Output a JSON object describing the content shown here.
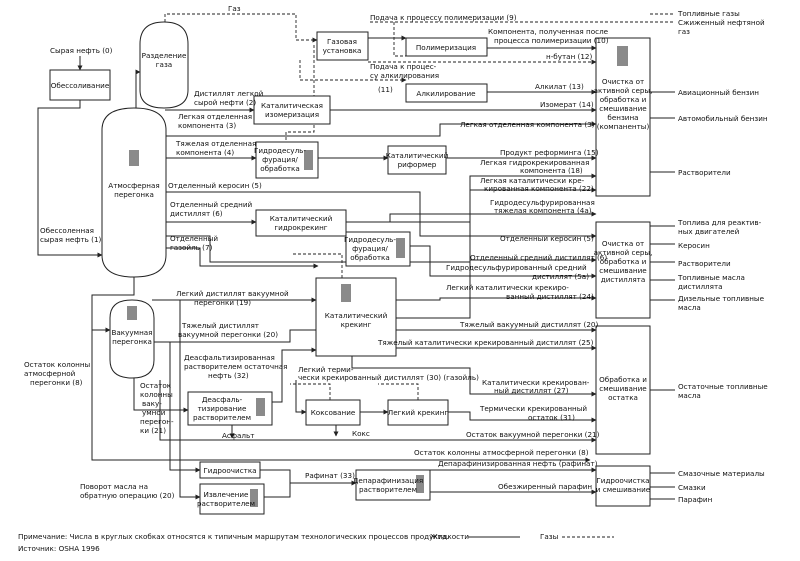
{
  "units": {
    "separation": [
      "Разделение",
      "газа"
    ],
    "gas_plant": [
      "Газовая",
      "установка"
    ],
    "polymerization": [
      "Полимеризация"
    ],
    "alkylation": [
      "Алкилирование"
    ],
    "isomerization": [
      "Каталитическая",
      "изомеризация"
    ],
    "desalting": [
      "Обессоливание"
    ],
    "atmospheric": [
      "Атмосферная",
      "перегонка"
    ],
    "hydrodesulf_1": [
      "Гидродесуль-",
      "фурация/",
      "обработка"
    ],
    "cat_reformer": [
      "Каталитический",
      "риформер"
    ],
    "hydrocracking": [
      "Каталитический",
      "гидрокрекинг"
    ],
    "hydrodesulf_2": [
      "Гидродесуль-",
      "фурация/",
      "обработка"
    ],
    "cat_cracking": [
      "Каталитический",
      "крекинг"
    ],
    "vacuum": [
      "Вакуумная",
      "перегонка"
    ],
    "deasphalting": [
      "Деасфаль-",
      "тизирование",
      "растворителем"
    ],
    "coking": [
      "Коксование"
    ],
    "visbreaking": [
      "Легкий крекинг"
    ],
    "hydrotreating": [
      "Гидроочистка"
    ],
    "extraction": [
      "Извлечение",
      "растворителем"
    ],
    "dewaxing": [
      "Депарафинизация",
      "растворителем"
    ],
    "treat_gasoline": [
      "Очистка от",
      "активной серы,",
      "обработка и",
      "смешивание",
      "бензина",
      "(компаненты)"
    ],
    "treat_distillate": [
      "Очистка от",
      "активной серы,",
      "обработка и",
      "смешивание",
      "дистиллята"
    ],
    "treat_residual": [
      "Обработка и",
      "смешивание",
      "остатка"
    ],
    "treat_lube": [
      "Гидроочистка",
      "и смешивание"
    ]
  },
  "streams": {
    "gas": "Газ",
    "crude": "Сырая нефть (0)",
    "desalted": [
      "Обессоленная",
      "сырая нефть (1)"
    ],
    "light_straight": [
      "Дистиллят легкой",
      "сырой нефти (2)"
    ],
    "light_sep_3": [
      "Легкая отделенная",
      "компонента (3)"
    ],
    "heavy_sep_4": [
      "Тяжелая отделенная",
      "компонента (4)"
    ],
    "kerosene_5": "Отделенный керосин (5)",
    "middle_6": [
      "Отделенный средний",
      "дистиллят (6)"
    ],
    "gasoil_7": [
      "Отделенный",
      "газойль (7)"
    ],
    "feed_polymer": "Подача к процессу полимеризации (9)",
    "polymer_product": [
      "Компонента, полученная после",
      "процесса полимеризации (10)"
    ],
    "n_butane": "н-бутан (12)",
    "feed_alkyl": [
      "Подача к процес-",
      "су алкилирования"
    ],
    "num_11": "(11)",
    "alkylate": "Алкилат (13)",
    "isomerate": "Изомерат (14)",
    "light_sep_3b": "Легкая отделенная компонента (3)",
    "reformate": "Продукт реформинга (15)",
    "light_hc": [
      "Легкая гидрокрекированная",
      "компонента (18)"
    ],
    "light_cc": [
      "Легкая каталитически кре-",
      "кированная компонента (22)"
    ],
    "hds_heavy": [
      "Гидродесульфурированная",
      "тяжелая компонента (4а)"
    ],
    "kerosene_5b": "Отделенный керосин (5)",
    "middle_6b": "Отделенный средний дистиллят (6)",
    "hds_middle": [
      "Гидродесульфурированный средний",
      "дистиллят (5а)"
    ],
    "light_cc_dist": [
      "Легкий каталитически крекиро-",
      "ванный дистиллят (24)"
    ],
    "light_vac": [
      "Легкий дистиллят вакуумной",
      "перегонки (19)"
    ],
    "heavy_vac": [
      "Тяжелый дистиллят",
      "вакуумной перегонки (20)"
    ],
    "heavy_vac_b": "Тяжелый вакуумный дистиллят (20)",
    "heavy_cc_dist": "Тяжелый каталитически крекированный дистиллят (25)",
    "deasph_oil": [
      "Деасфальтизированная",
      "растворителем остаточная",
      "нефть (32)"
    ],
    "light_thermal": [
      "Легкий терми-",
      "чески крекированный дистиллят (30) (газойль)"
    ],
    "cc_residue": [
      "Каталитически крекирован-",
      "ный дистиллят (27)"
    ],
    "thermal_residue": [
      "Термически крекированный",
      "остаток (31)"
    ],
    "vac_residue": "Остаток вакуумной перегонки (21)",
    "atm_residue_b": "Остаток колонны атмосферной перегонки (8)",
    "atm_residue": [
      "Остаток колонны",
      "атмосферной",
      "перегонки (8)"
    ],
    "vac_bottom": [
      "Остаток",
      "колонны",
      "ваку-",
      "умной",
      "перегон-",
      "ки (21)"
    ],
    "asphalt": "Асфальт",
    "coke": "Кокс",
    "raffinate": "Рафинат (33)",
    "oil_return": [
      "Поворот масла на",
      "обратную операцию (20)"
    ],
    "dewaxed": "Депарафинизированная нефть (рафинат)",
    "wax": "Обезжиренный парафин"
  },
  "products": {
    "fuel_gases": "Топливные газы",
    "lpg": [
      "Сжиженный нефтяной",
      "газ"
    ],
    "aviation": "Авиационный бензин",
    "motor": "Автомобильный бензин",
    "solvents_1": "Растворители",
    "jet_fuel": [
      "Топлива для реактив-",
      "ных двигателей"
    ],
    "kerosene": "Керосин",
    "solvents_2": "Растворители",
    "distillate_fuel": [
      "Топливные масла",
      "дистиллята"
    ],
    "diesel": [
      "Дизельные топливные",
      "масла"
    ],
    "residual_fuel": [
      "Остаточные топливные",
      "масла"
    ],
    "lubes": "Смазочные материалы",
    "greases": "Смазки",
    "waxes": "Парафин"
  },
  "footer": {
    "note": "Примечание: Числа в круглых скобках относятся к типичным маршрутам технологических процессов продукта.",
    "legend_liquids": "Жидкости",
    "legend_gases": "Газы",
    "source": "Источник: OSHA 1996"
  }
}
